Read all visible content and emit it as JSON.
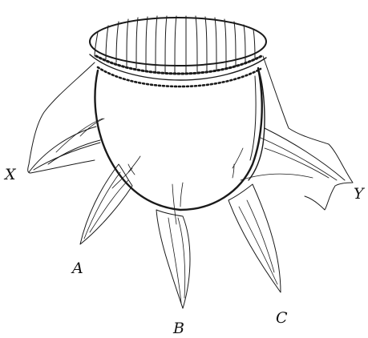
{
  "labels": {
    "x": "X",
    "y": "Y",
    "a": "A",
    "b": "B",
    "c": "C"
  }
}
